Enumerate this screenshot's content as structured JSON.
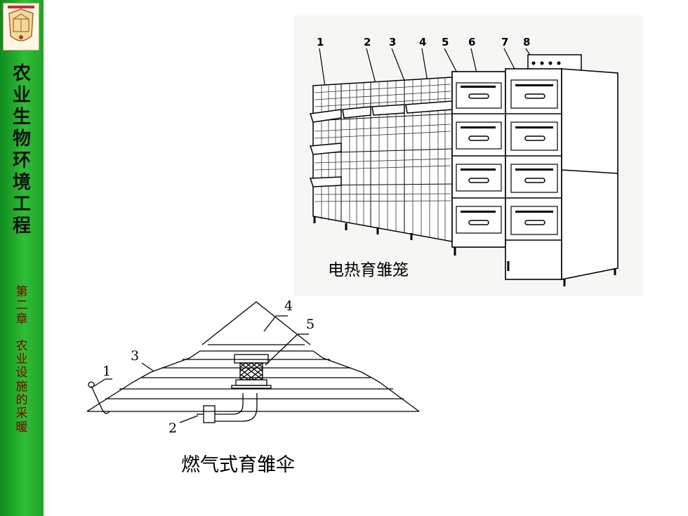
{
  "sidebar": {
    "course_title_chars": [
      "农",
      "业",
      "生",
      "物",
      "环",
      "境",
      "工",
      "程"
    ],
    "chapter_chars": [
      "第",
      "二",
      "章",
      "",
      "农",
      "业",
      "设",
      "施",
      "的",
      "采",
      "暖"
    ],
    "colors": {
      "green_dark": "#0f8a1e",
      "green_light": "#2fbe35"
    }
  },
  "figure_top": {
    "caption": "电热育雏笼",
    "labels": [
      "1",
      "2",
      "3",
      "4",
      "5",
      "6",
      "7",
      "8"
    ]
  },
  "figure_bottom": {
    "caption": "燃气式育雏伞",
    "labels": [
      "1",
      "2",
      "3",
      "4",
      "5"
    ]
  }
}
